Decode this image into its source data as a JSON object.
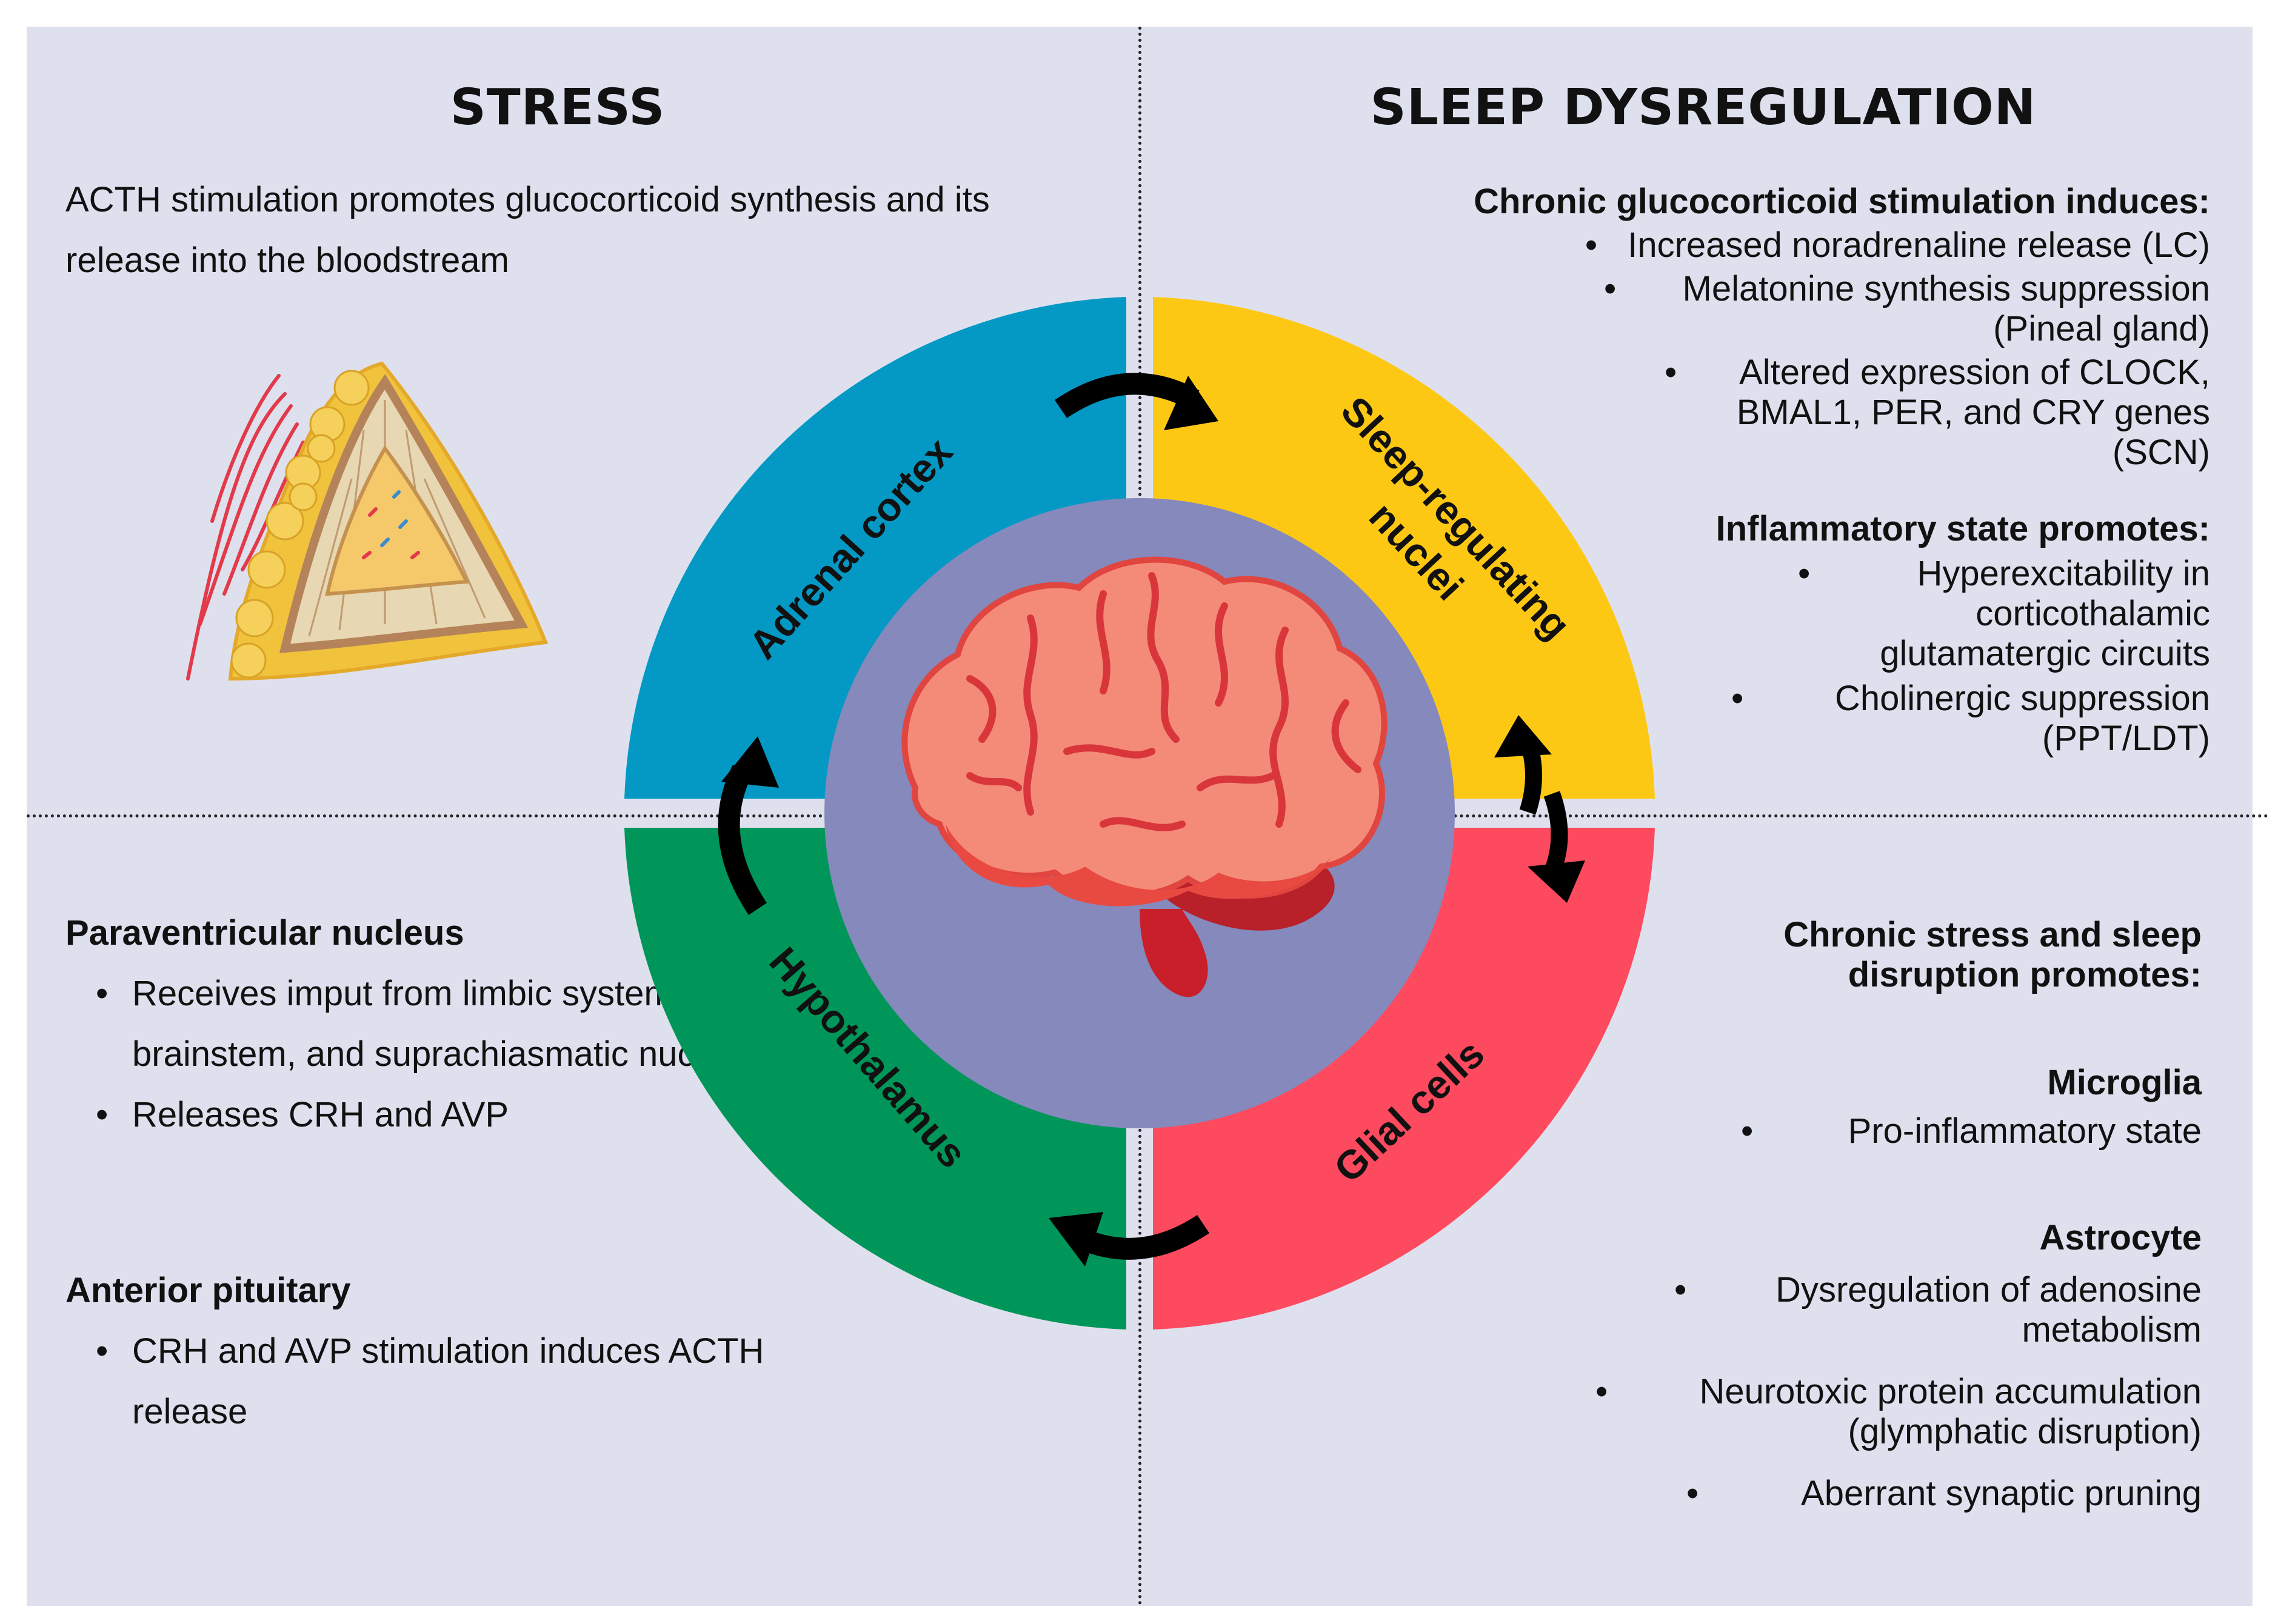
{
  "stress": {
    "title": "STRESS",
    "intro": "ACTH stimulation promotes glucocorticoid synthesis and its release into the bloodstream",
    "pvn": {
      "title": "Paraventricular nucleus",
      "items": [
        "Receives imput from limbic system, brainstem, and suprachiasmatic nucleus",
        "Releases CRH and AVP"
      ]
    },
    "pituitary": {
      "title": "Anterior pituitary",
      "items": [
        "CRH and AVP stimulation induces ACTH release"
      ]
    }
  },
  "sleep": {
    "title": "SLEEP DYSREGULATION",
    "gluco": {
      "title": "Chronic glucocorticoid stimulation induces:",
      "items": [
        "Increased noradrenaline release (LC)",
        "Melatonine synthesis suppression (Pineal gland)",
        "Altered expression of CLOCK, BMAL1, PER, and CRY genes (SCN)"
      ]
    },
    "inflam": {
      "title": "Inflammatory state promotes:",
      "items": [
        "Hyperexcitability in corticothalamic glutamatergic circuits",
        "Cholinergic suppression (PPT/LDT)"
      ]
    },
    "chronic": {
      "title": "Chronic stress and sleep disruption promotes:"
    },
    "microglia": {
      "title": "Microglia",
      "items": [
        "Pro-inflammatory state"
      ]
    },
    "astrocyte": {
      "title": "Astrocyte",
      "items": [
        "Dysregulation of adenosine metabolism",
        "Neurotoxic protein accumulation (glymphatic disruption)",
        "Aberrant synaptic pruning"
      ]
    }
  },
  "cycle": {
    "adrenal": "Adrenal cortex",
    "sleep_nuclei_1": "Sleep-regulating",
    "sleep_nuclei_2": "nuclei",
    "glial": "Glial cells",
    "hypothalamus": "Hypothalamus"
  },
  "colors": {
    "background": "#dfe0ee",
    "adrenal": "#0499c4",
    "sleep_nuclei": "#fdc814",
    "glial": "#fd4a5f",
    "hypothalamus": "#00965a",
    "center": "#8589bc"
  },
  "icons": [
    "adrenal-gland-icon",
    "brain-icon"
  ]
}
